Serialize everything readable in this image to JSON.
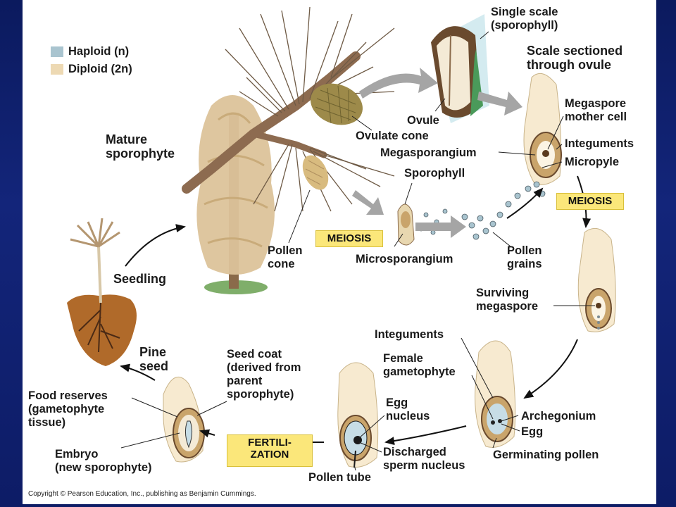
{
  "legend": {
    "items": [
      {
        "label": "Haploid (n)",
        "color": "#a9c4cf"
      },
      {
        "label": "Diploid (2n)",
        "color": "#edd9b3"
      }
    ]
  },
  "labels": {
    "single_scale": "Single scale\n(sporophyll)",
    "scale_sectioned": "Scale sectioned\nthrough ovule",
    "megaspore_mother_cell": "Megaspore\nmother cell",
    "integuments_top": "Integuments",
    "micropyle": "Micropyle",
    "ovule": "Ovule",
    "ovulate_cone": "Ovulate cone",
    "megasporangium": "Megasporangium",
    "sporophyll": "Sporophyll",
    "mature_sporophyte": "Mature\nsporophyte",
    "meiosis_right": "MEIOSIS",
    "meiosis_left": "MEIOSIS",
    "pollen_cone": "Pollen\ncone",
    "microsporangium": "Microsporangium",
    "pollen_grains": "Pollen\ngrains",
    "seedling": "Seedling",
    "surviving_megaspore": "Surviving\nmegaspore",
    "integuments_bottom": "Integuments",
    "female_gametophyte": "Female\ngametophyte",
    "pine_seed": "Pine\nseed",
    "seed_coat": "Seed coat\n(derived from\nparent\nsporophyte)",
    "food_reserves": "Food reserves\n(gametophyte\ntissue)",
    "egg_nucleus": "Egg\nnucleus",
    "archegonium": "Archegonium",
    "egg": "Egg",
    "fertilization": "FERTILI-\nZATION",
    "discharged_sperm": "Discharged\nsperm nucleus",
    "germinating_pollen": "Germinating pollen",
    "embryo": "Embryo\n(new sporophyte)",
    "pollen_tube": "Pollen tube"
  },
  "copyright": "Copyright © Pearson Education, Inc., publishing as Benjamin Cummings.",
  "colors": {
    "diploid": "#edd9b3",
    "haploid": "#a9c4cf",
    "highlight": "#fbe77a",
    "arrow_gray": "#a0a0a0",
    "slide_bg": "#13257a"
  }
}
